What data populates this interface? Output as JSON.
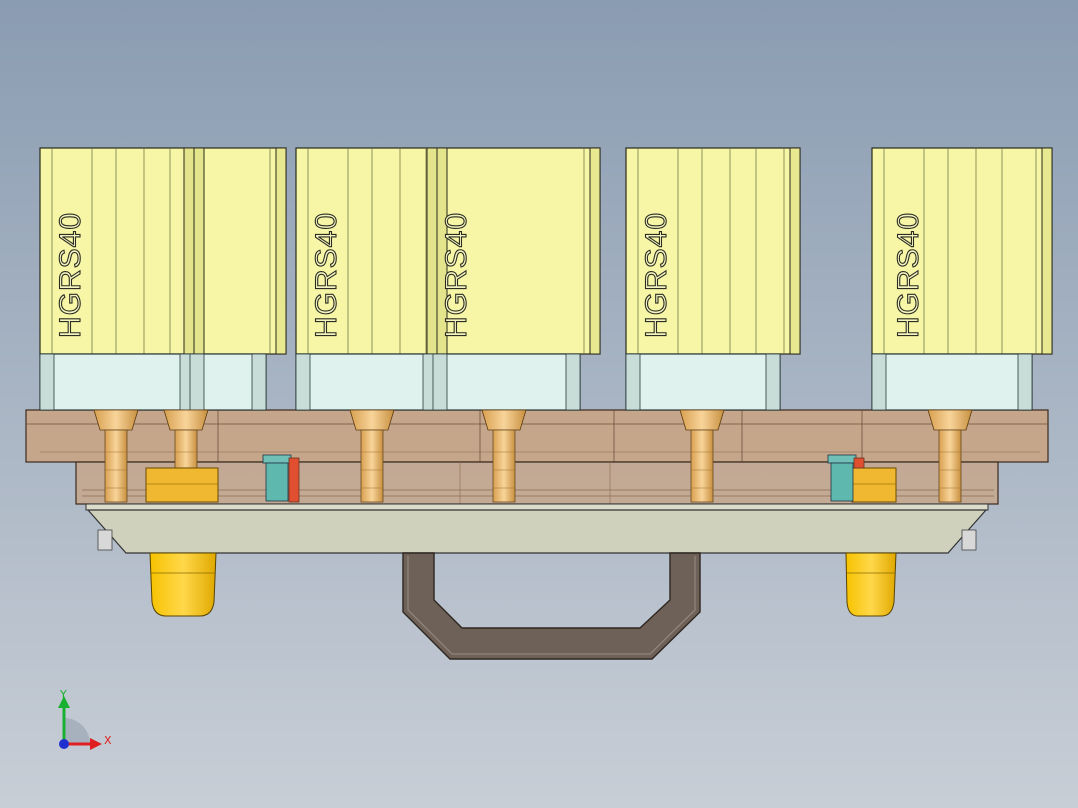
{
  "viewport": {
    "background_top": "#8a9cb2",
    "background_bottom": "#c8ced6"
  },
  "cylinders": [
    {
      "label": "HGRS40"
    },
    {
      "label": "HGRS40"
    },
    {
      "label": "HGRS40"
    },
    {
      "label": "HGRS40"
    },
    {
      "label": "HGRS40"
    }
  ],
  "triad": {
    "x_label": "X",
    "y_label": "Y",
    "x_color": "#e02020",
    "y_color": "#18b030",
    "z_color": "#2030d0"
  },
  "colors": {
    "cylinder_body": "#f6f6a6",
    "cylinder_cap": "#dff2ee",
    "plate": "#c6a384",
    "fitting": "#e8b860",
    "bottom_plate": "#cfd1bd",
    "foot": "#f0b800",
    "handle": "#6e6258"
  }
}
